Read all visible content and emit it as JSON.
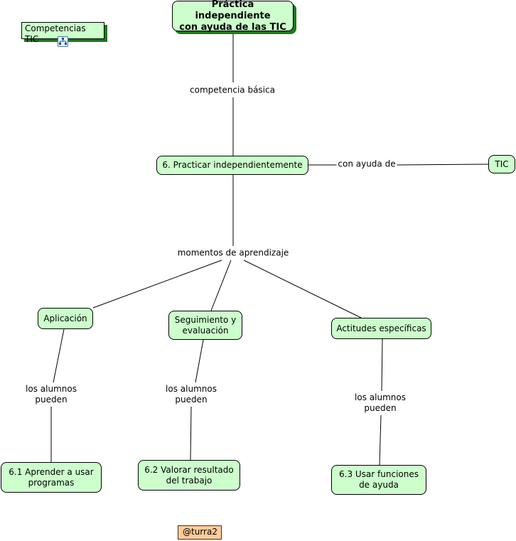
{
  "map": {
    "resource_label": "Competencias TIC",
    "resource_icon": "concept-map-icon",
    "author": "@turra2",
    "nodes": {
      "title": "Práctica independiente\ncon ayuda de las TIC",
      "practicar": "6. Practicar independientemente",
      "tic": "TIC",
      "aplicacion": "Aplicación",
      "seguimiento": "Seguimiento y\nevaluación",
      "actitudes": "Actitudes específicas",
      "n61": "6.1 Aprender a usar\nprogramas",
      "n62": "6.2 Valorar resultado\ndel trabajo",
      "n63": "6.3 Usar funciones\nde ayuda"
    },
    "links": {
      "competencia": "competencia básica",
      "con_ayuda": "con ayuda de",
      "momentos": "momentos de aprendizaje",
      "alumnos_1": "los alumnos\npueden",
      "alumnos_2": "los alumnos\npueden",
      "alumnos_3": "los alumnos\npueden"
    }
  }
}
